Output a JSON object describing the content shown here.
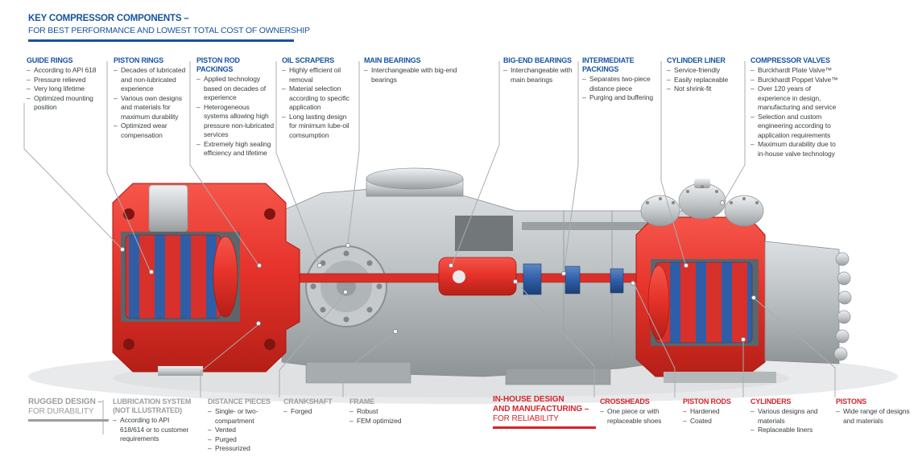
{
  "palette": {
    "heading_blue": "#17539e",
    "heading_gray": "#9b9da0",
    "heading_red": "#d3252b",
    "body_text": "#3c4043",
    "machine_red": "#e6332b",
    "machine_blue": "#2f5ea7",
    "machine_metal": "#b6babd",
    "leader_line": "#a9adb0"
  },
  "header": {
    "title": "KEY COMPRESSOR COMPONENTS –",
    "subtitle": "FOR BEST PERFORMANCE AND LOWEST TOTAL COST OF OWNERSHIP"
  },
  "top_labels": [
    {
      "id": "guide-rings",
      "group": "blue",
      "title": "GUIDE RINGS",
      "bullets": [
        "According to API 618",
        "Pressure relieved",
        "Very long lifetime",
        "Optimized mounting position"
      ]
    },
    {
      "id": "piston-rings",
      "group": "blue",
      "title": "PISTON RINGS",
      "bullets": [
        "Decades of lubricated and non-lubricated experience",
        "Various own designs and materials for maximum durability",
        "Optimized wear compensation"
      ]
    },
    {
      "id": "piston-rod-packings",
      "group": "blue",
      "title": "PISTON ROD PACKINGS",
      "bullets": [
        "Applied technology based on decades of experience",
        "Heterogeneous systems allowing high pressure non-lubricated services",
        "Extremely high sealing efficiency and lifetime"
      ]
    },
    {
      "id": "oil-scrapers",
      "group": "blue",
      "title": "OIL SCRAPERS",
      "bullets": [
        "Highly efficient oil removal",
        "Material selection according to specific application",
        "Long lasting design for minimum lube-oil comsumption"
      ]
    },
    {
      "id": "main-bearings",
      "group": "blue",
      "title": "MAIN BEARINGS",
      "bullets": [
        "Interchangeable with big-end bearings"
      ]
    },
    {
      "id": "big-end-bearings",
      "group": "blue",
      "title": "BIG-END BEARINGS",
      "bullets": [
        "Interchangeable with main bearings"
      ]
    },
    {
      "id": "intermediate-packings",
      "group": "blue",
      "title": "INTERMEDIATE PACKINGS",
      "bullets": [
        "Separates two-piece distance piece",
        "Purging and buffering"
      ]
    },
    {
      "id": "cylinder-liner",
      "group": "blue",
      "title": "CYLINDER LINER",
      "bullets": [
        "Service-friendly",
        "Easily replaceable",
        "Not shrink-fit"
      ]
    },
    {
      "id": "compressor-valves",
      "group": "blue",
      "title": "COMPRESSOR VALVES",
      "bullets": [
        "Burckhardt Plate Valve™",
        "Burckhardt Poppet Valve™",
        "Over 120 years of experience in design, manufacturing and service",
        "Selection and custom engineering according to application requirements",
        "Maximum durability due to in-house valve technology"
      ]
    }
  ],
  "bottom_labels": [
    {
      "id": "lubrication-system",
      "group": "gray",
      "title": "LUBRICATION SYSTEM (NOT ILLUSTRATED)",
      "bullets": [
        "According to API 618/614 or to customer requirements"
      ]
    },
    {
      "id": "distance-pieces",
      "group": "gray",
      "title": "DISTANCE PIECES",
      "bullets": [
        "Single- or two-compartment",
        "Vented",
        "Purged",
        "Pressurized"
      ]
    },
    {
      "id": "crankshaft",
      "group": "gray",
      "title": "CRANKSHAFT",
      "bullets": [
        "Forged"
      ]
    },
    {
      "id": "frame",
      "group": "gray",
      "title": "FRAME",
      "bullets": [
        "Robust",
        "FEM optimized"
      ]
    },
    {
      "id": "crossheads",
      "group": "red",
      "title": "CROSSHEADS",
      "bullets": [
        "One piece or with replaceable shoes"
      ]
    },
    {
      "id": "piston-rods",
      "group": "red",
      "title": "PISTON RODS",
      "bullets": [
        "Hardened",
        "Coated"
      ]
    },
    {
      "id": "cylinders",
      "group": "red",
      "title": "CYLINDERS",
      "bullets": [
        "Various designs and materials",
        "Replaceable liners"
      ]
    },
    {
      "id": "pistons",
      "group": "red",
      "title": "PISTONS",
      "bullets": [
        "Wide range of designs and materials"
      ]
    }
  ],
  "slogans": {
    "rugged": {
      "line1": "RUGGED DESIGN –",
      "line2": "FOR DURABILITY"
    },
    "inhouse": {
      "line1": "IN-HOUSE DESIGN",
      "line2": "AND MANUFACTURING –",
      "line3": "FOR RELIABILITY"
    }
  }
}
